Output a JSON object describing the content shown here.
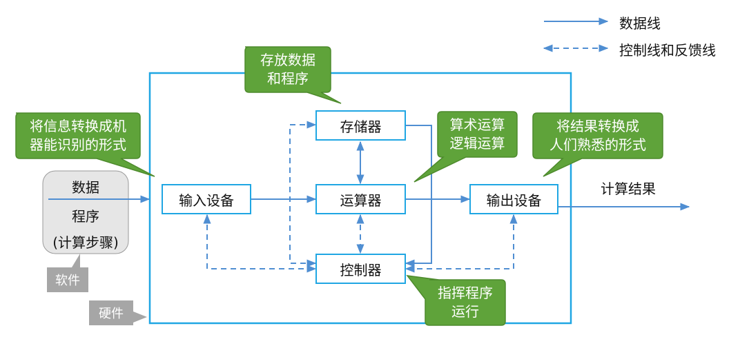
{
  "legend": {
    "data_line": "数据线",
    "control_line": "控制线和反馈线"
  },
  "units": {
    "memory": "存储器",
    "alu": "运算器",
    "control": "控制器",
    "input": "输入设备",
    "output": "输出设备"
  },
  "callouts": {
    "memory_note": [
      "存放数据",
      "和程序"
    ],
    "input_note": [
      "将信息转换成机",
      "器能识别的形式"
    ],
    "alu_note": [
      "算术运算",
      "逻辑运算"
    ],
    "output_note": [
      "将结果转换成",
      "人们熟悉的形式"
    ],
    "control_note": [
      "指挥程序",
      "运行"
    ]
  },
  "software_box": {
    "line1": "数据",
    "line2": "程序",
    "line3": "(计算步骤)"
  },
  "labels": {
    "software": "软件",
    "hardware": "硬件",
    "result": "计算结果"
  },
  "colors": {
    "frame": "#1fa6e3",
    "arrow": "#4f8ed2",
    "callout_green": "#5fa33a",
    "callout_border": "#4d8a2c",
    "gray_box": "#e6e6e6",
    "gray_label": "#a6a6a6"
  }
}
